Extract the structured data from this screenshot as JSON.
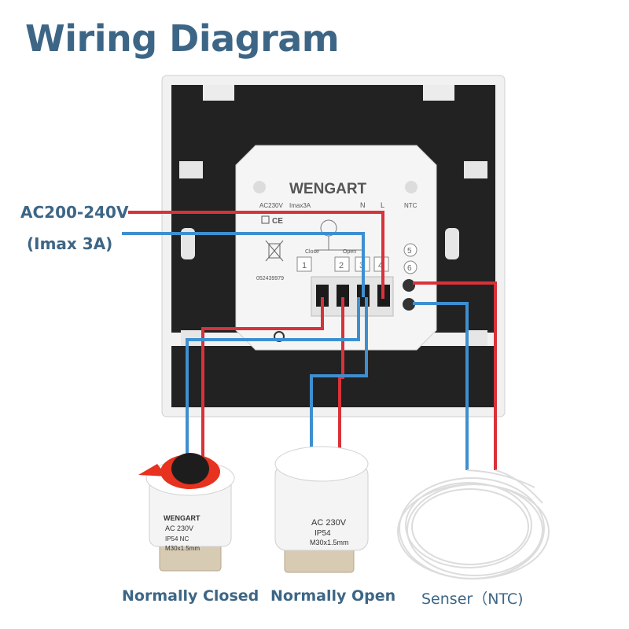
{
  "title": "Wiring Diagram",
  "supply": {
    "voltage": "AC200-240V",
    "current": "(Imax 3A)"
  },
  "device": {
    "brand": "WENGART",
    "rating_left": "AC230V",
    "rating_right": "Imax3A",
    "terminal_labels": [
      "N",
      "L",
      "NTC"
    ],
    "terminal_numbers": [
      "1",
      "2",
      "3",
      "4",
      "5",
      "6"
    ],
    "close_label": "Close",
    "open_label": "Open",
    "ce_mark": "CE",
    "serial": "052439979"
  },
  "actuators": {
    "nc": {
      "line1": "WENGART",
      "line2": "AC 230V",
      "line3": "IP54 NC",
      "line4": "M30x1.5mm",
      "caption": "Normally Closed"
    },
    "no": {
      "line1": "AC 230V",
      "line2": "IP54",
      "line3": "M30x1.5mm",
      "caption": "Normally Open"
    },
    "sensor": {
      "caption": "Senser（NTC)"
    }
  },
  "colors": {
    "title": "#3d6686",
    "live_wire": "#d8323a",
    "neutral_wire": "#3f8fcf",
    "panel": "#1f1f1f"
  }
}
